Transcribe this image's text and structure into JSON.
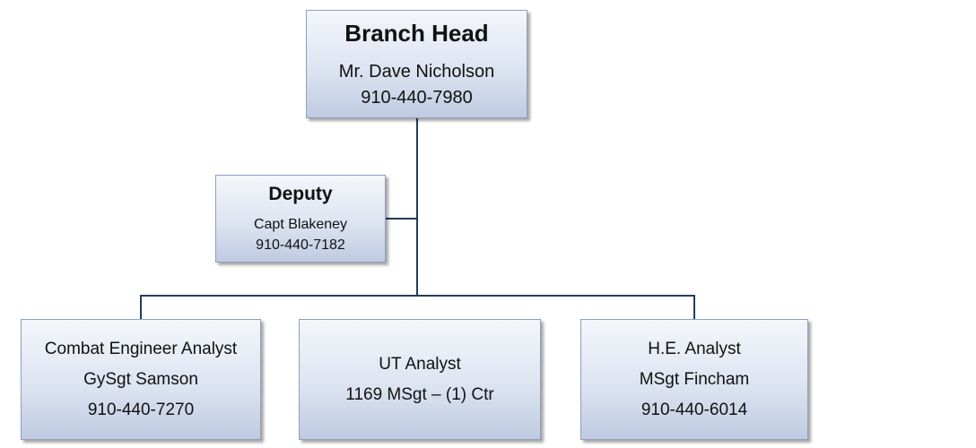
{
  "org_chart": {
    "branch_head": {
      "title": "Branch Head",
      "name": "Mr. Dave Nicholson",
      "phone": "910-440-7980"
    },
    "deputy": {
      "title": "Deputy",
      "name": "Capt Blakeney",
      "phone": "910-440-7182"
    },
    "combat_engineer": {
      "title": "Combat Engineer Analyst",
      "name": "GySgt Samson",
      "phone": "910-440-7270"
    },
    "ut_analyst": {
      "title": "UT Analyst",
      "detail": "1169 MSgt – (1) Ctr"
    },
    "he_analyst": {
      "title": "H.E. Analyst",
      "name": "MSgt Fincham",
      "phone": "910-440-6014"
    }
  },
  "colors": {
    "connector": "#1f3d5c",
    "box_border": "#8ea0bd",
    "box_fill_top": "#f4f6fb",
    "box_fill_bottom": "#bfcbe2"
  }
}
